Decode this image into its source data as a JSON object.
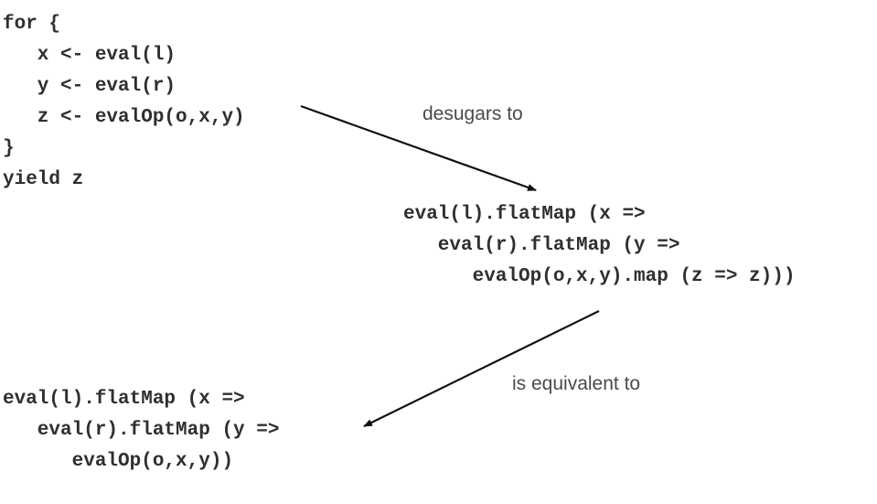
{
  "for_comprehension": {
    "lines": [
      "for {",
      "   x <- eval(l)",
      "   y <- eval(r)",
      "   z <- evalOp(o,x,y)",
      "}",
      "yield z"
    ]
  },
  "desugared": {
    "lines": [
      "eval(l).flatMap (x =>",
      "   eval(r).flatMap (y =>",
      "      evalOp(o,x,y).map (z => z)))"
    ]
  },
  "equivalent": {
    "lines": [
      "eval(l).flatMap (x =>",
      "   eval(r).flatMap (y =>",
      "      evalOp(o,x,y))"
    ]
  },
  "labels": {
    "desugars": "desugars to",
    "equivalent": "is equivalent to"
  }
}
